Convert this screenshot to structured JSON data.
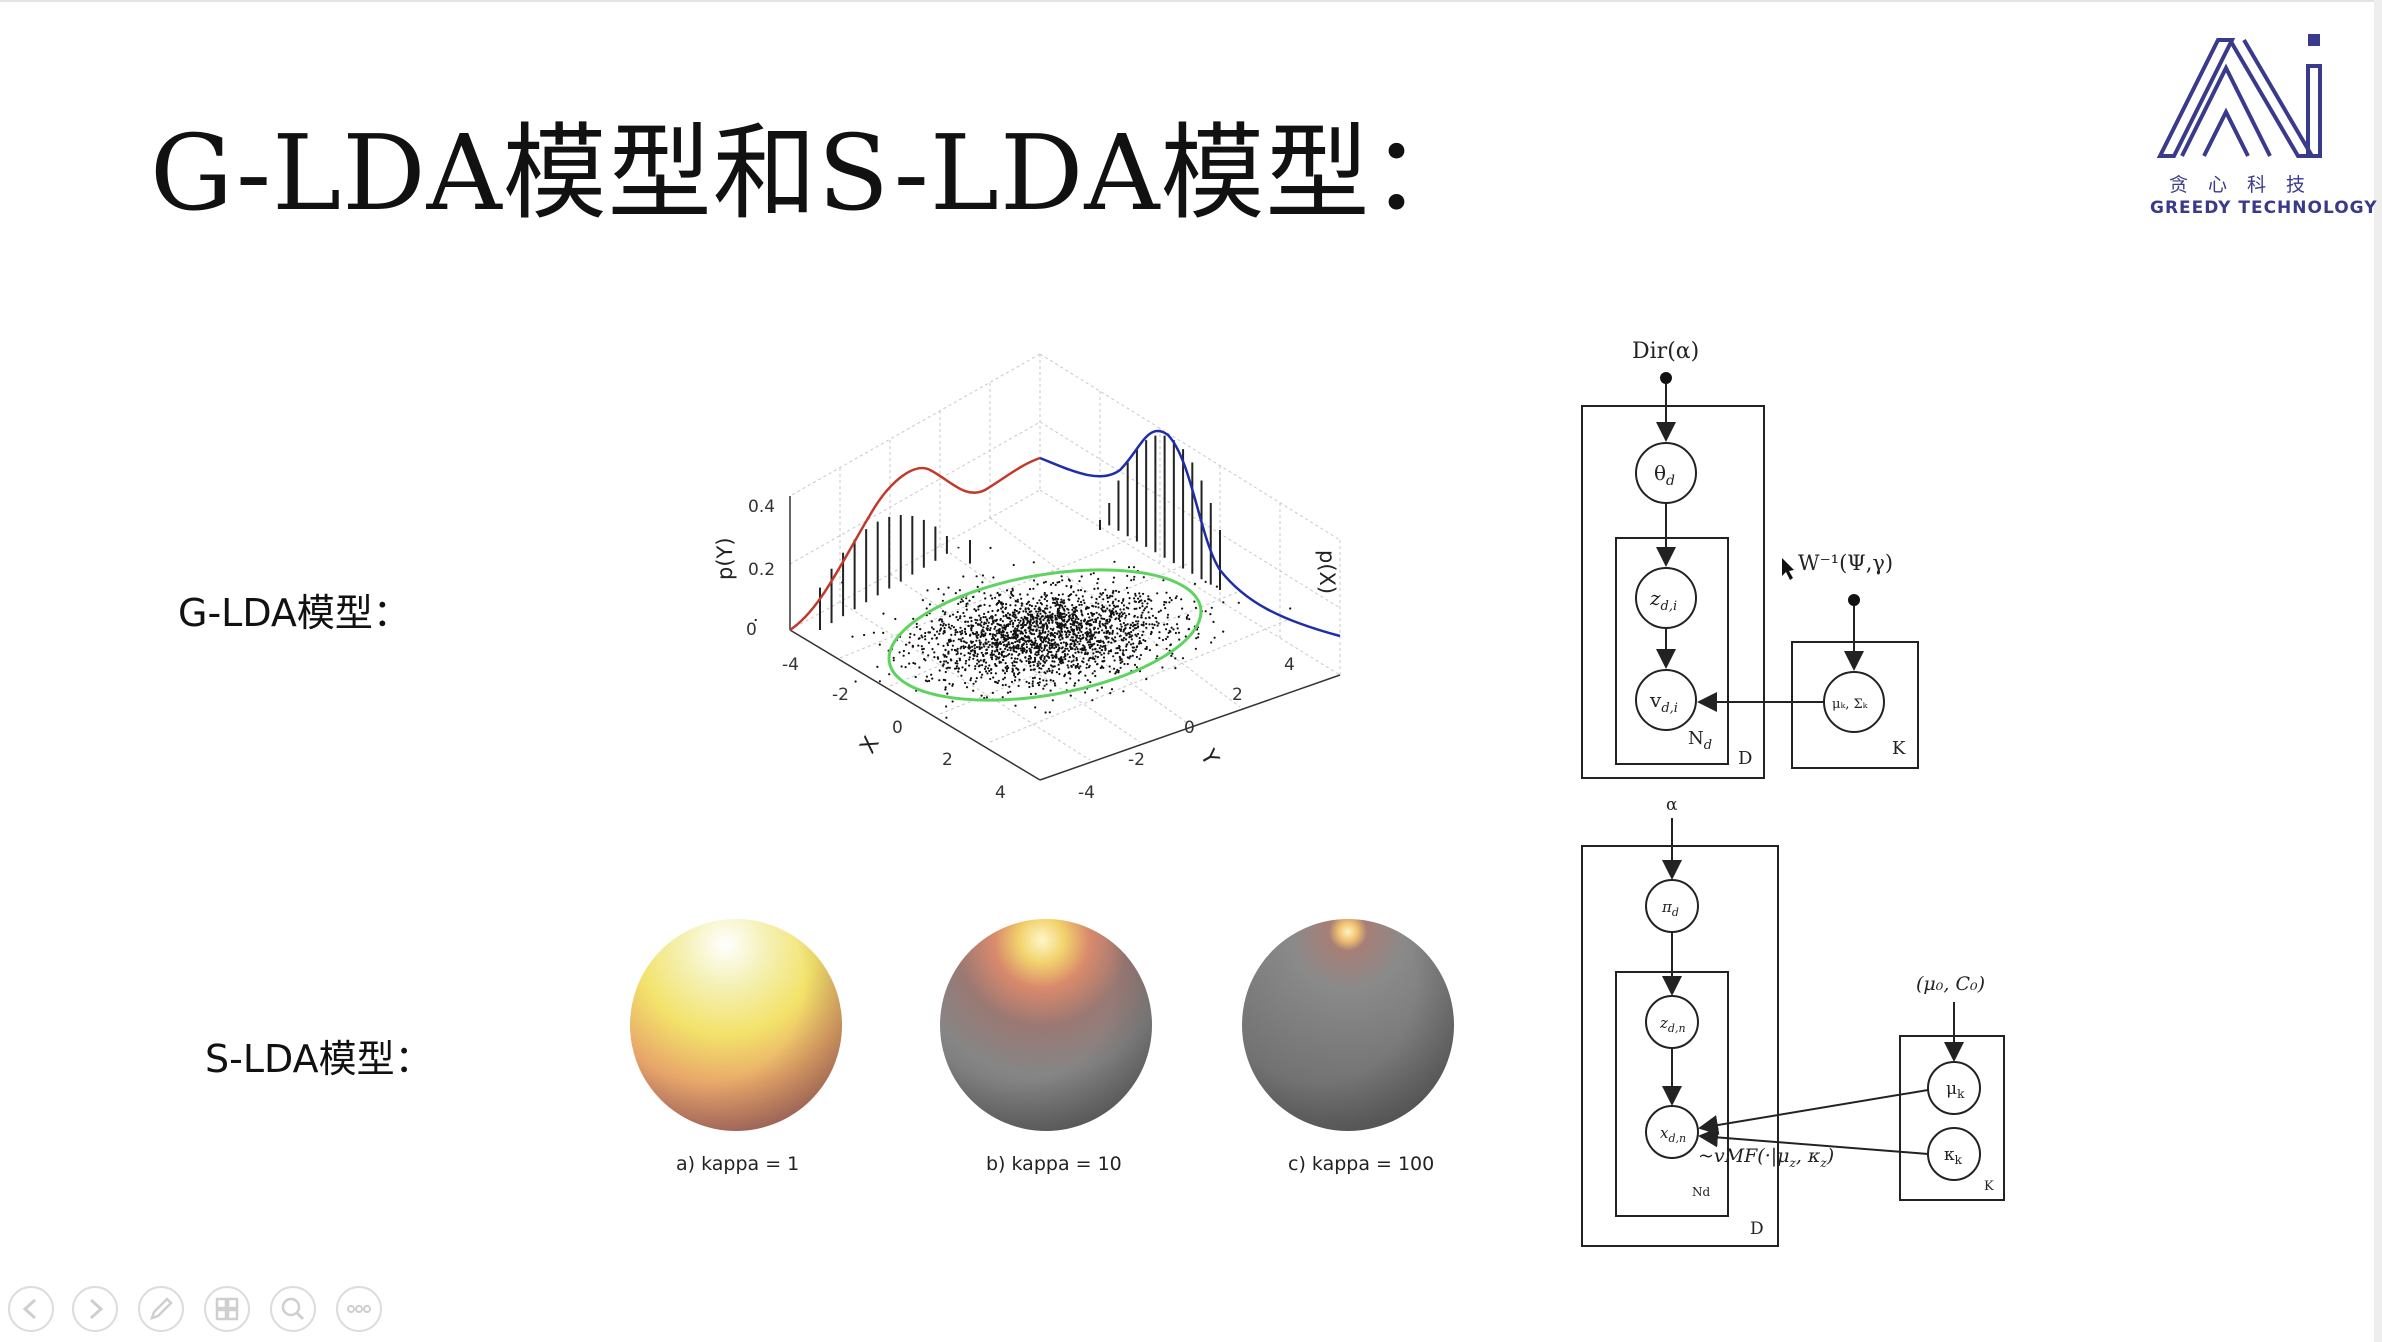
{
  "slide": {
    "title": "G-LDA模型和S-LDA模型：",
    "glda_label": "G-LDA模型：",
    "slda_label": "S-LDA模型："
  },
  "logo": {
    "cn": "贪心科技",
    "en": "GREEDY TECHNOLOGY",
    "color": "#3a3a8c"
  },
  "gaussian_plot": {
    "zlabel": "p(Y)",
    "zlabel2": "p(X)",
    "xlabel": "X",
    "ylabel": "Y",
    "z_ticks": [
      "0",
      "0.2",
      "0.4"
    ],
    "x_ticks": [
      "-4",
      "-2",
      "0",
      "2",
      "4"
    ],
    "y_ticks": [
      "-4",
      "-2",
      "0",
      "2",
      "4"
    ],
    "colors": {
      "x_density": "#c0392b",
      "y_density": "#1f2ea8",
      "ellipse": "#5fd35f",
      "points": "#111111"
    }
  },
  "spheres": [
    {
      "caption": "a) kappa = 1",
      "icon": "vmf-sphere-kappa-1"
    },
    {
      "caption": "b) kappa = 10",
      "icon": "vmf-sphere-kappa-10"
    },
    {
      "caption": "c) kappa = 100",
      "icon": "vmf-sphere-kappa-100"
    }
  ],
  "glda_diagram": {
    "prior": "Dir(α)",
    "theta": "θ",
    "theta_sub": "d",
    "z": "z",
    "z_sub": "d,i",
    "v": "v",
    "v_sub": "d,i",
    "plate_n": "N",
    "plate_n_sub": "d",
    "plate_d": "D",
    "plate_k": "K",
    "wishart": "W⁻¹(Ψ,γ)",
    "mu_sigma": "μₖ, Σₖ"
  },
  "slda_diagram": {
    "prior": "α",
    "pi": "π",
    "pi_sub": "d",
    "z": "z",
    "z_sub": "d,n",
    "x": "x",
    "x_sub": "d,n",
    "plate_n": "Nd",
    "plate_d": "D",
    "plate_k": "K",
    "hyper": "(μ₀, C₀)",
    "mu": "μ",
    "mu_sub": "k",
    "kappa": "κ",
    "kappa_sub": "k",
    "vmf": "~vMF(·|μ",
    "vmf_sub1": "z",
    "vmf_mid": ", κ",
    "vmf_sub2": "z",
    "vmf_end": ")"
  },
  "controls": [
    {
      "name": "prev-slide-button",
      "icon": "arrow-left-icon"
    },
    {
      "name": "next-slide-button",
      "icon": "arrow-right-icon"
    },
    {
      "name": "pen-tool-button",
      "icon": "pen-icon"
    },
    {
      "name": "slide-grid-button",
      "icon": "grid-icon"
    },
    {
      "name": "zoom-button",
      "icon": "magnifier-icon"
    },
    {
      "name": "more-options-button",
      "icon": "ellipsis-icon"
    }
  ]
}
